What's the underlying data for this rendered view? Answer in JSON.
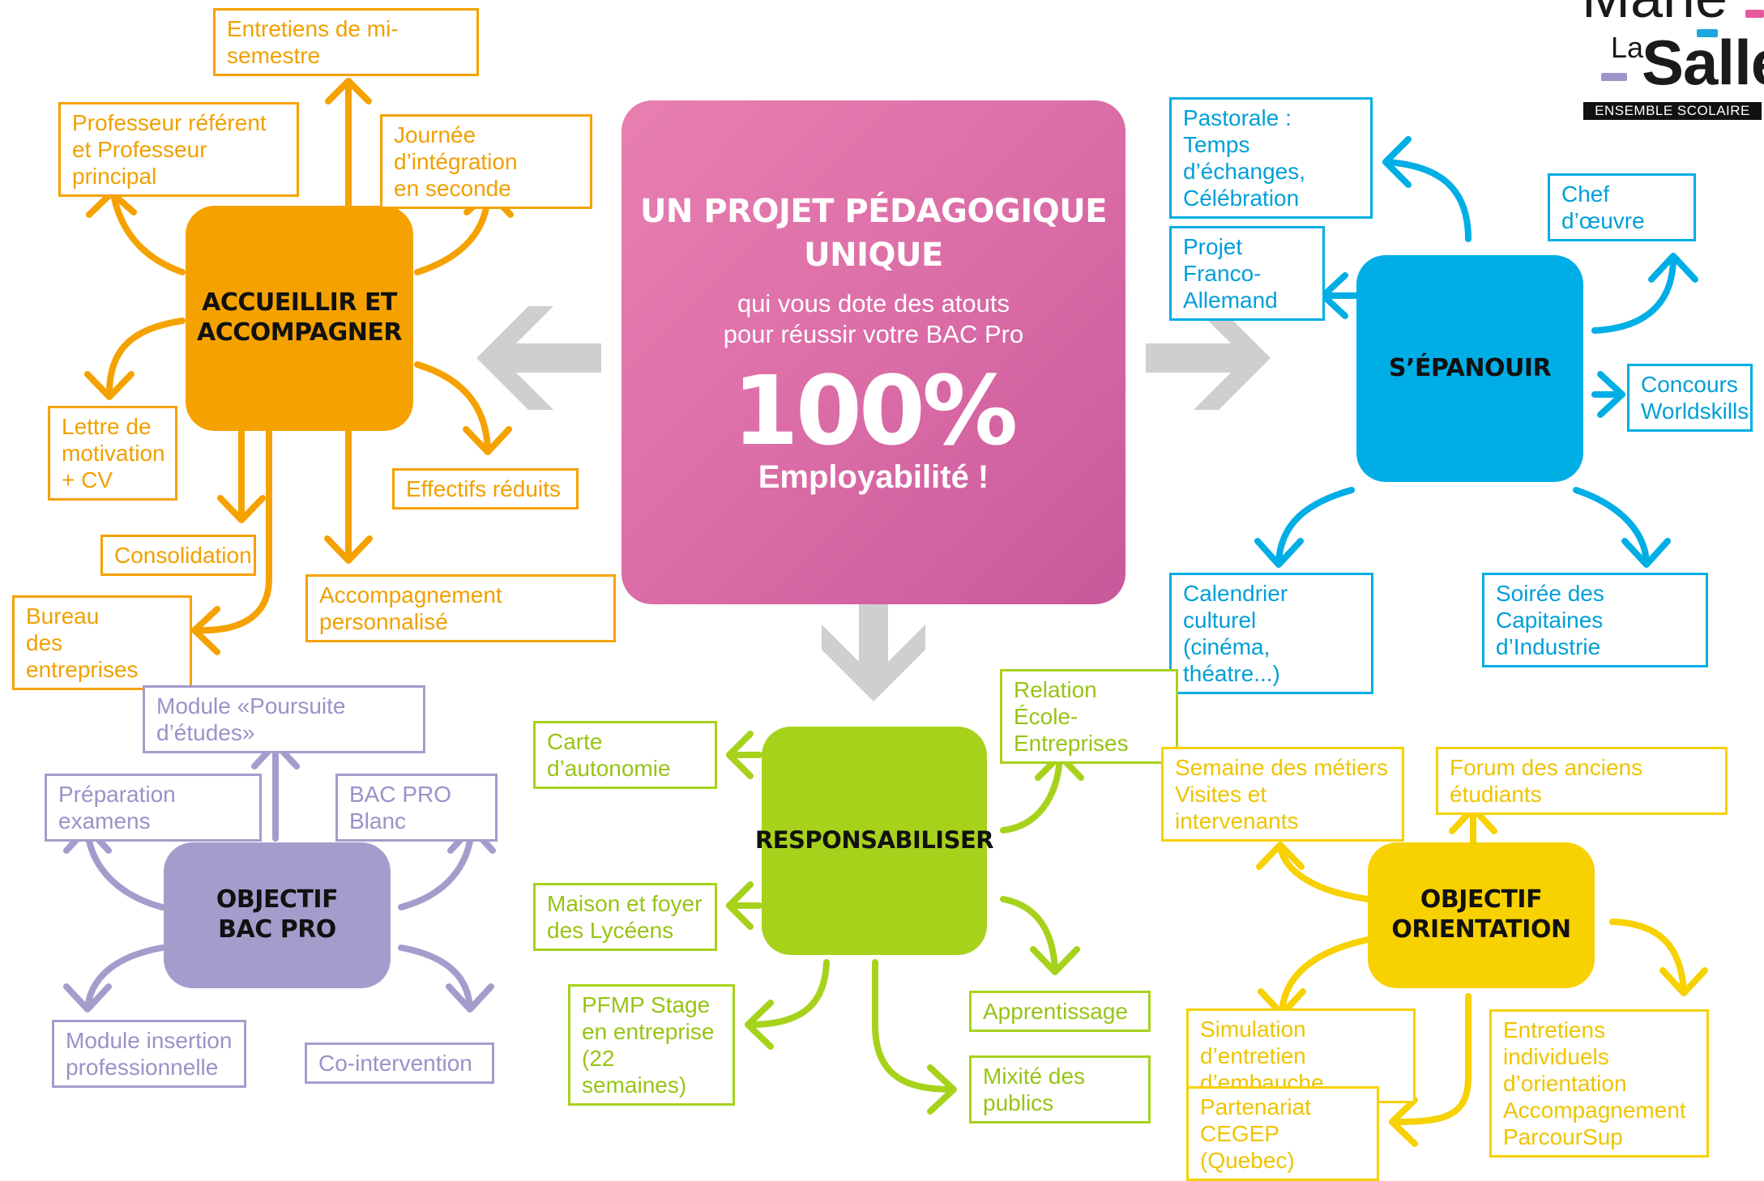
{
  "logo": {
    "brand_top": "Marie",
    "brand_la": "La",
    "brand_salle": "Salle",
    "tagline": "ENSEMBLE SCOLAIRE",
    "dash_colors": [
      "#e8599c",
      "#1aa6de",
      "#9b95c9"
    ]
  },
  "colors": {
    "orange": "#f5a200",
    "blue": "#00aee6",
    "lime": "#a7d21c",
    "purple": "#a49dcc",
    "yellow": "#f7d100",
    "pink": "#dd6fa8",
    "gray_arrow": "#cfcfcf"
  },
  "center": {
    "title": "UN PROJET PÉDAGOGIQUE\nUNIQUE",
    "subtitle": "qui vous dote des atouts\npour réussir votre BAC Pro",
    "big": "100%",
    "big_label": "Employabilité !"
  },
  "hubs": {
    "accueillir": "ACCUEILLIR ET\nACCOMPAGNER",
    "epanouir": "S’ÉPANOUIR",
    "responsabiliser": "RESPONSABILISER",
    "objectif_bac": "OBJECTIF\nBAC PRO",
    "objectif_orientation": "OBJECTIF\nORIENTATION"
  },
  "accueillir_items": {
    "mi_semestre": "Entretiens de mi-semestre",
    "referent": "Professeur référent\net Professeur principal",
    "integration": "Journée d’intégration\nen seconde",
    "lettre": "Lettre de\nmotivation\n+ CV",
    "effectifs": "Effectifs réduits",
    "consolidation": "Consolidation",
    "accompagnement": "Accompagnement personnalisé",
    "bureau": "Bureau\ndes entreprises"
  },
  "epanouir_items": {
    "pastorale": "Pastorale :\nTemps d’échanges,\nCélébration",
    "chef": "Chef d’œuvre",
    "franco": "Projet Franco-\nAllemand",
    "concours": "Concours\nWorldskills",
    "calendrier": "Calendrier culturel\n(cinéma, théatre...)",
    "soiree": "Soirée des\nCapitaines d’Industrie"
  },
  "responsabiliser_items": {
    "carte": "Carte\nd’autonomie",
    "relation": "Relation\nÉcole-Entreprises",
    "maison": "Maison et foyer\ndes Lycéens",
    "pfmp": "PFMP Stage\nen entreprise\n(22 semaines)",
    "apprentissage": "Apprentissage",
    "mixite": "Mixité des publics"
  },
  "bac_items": {
    "poursuite": "Module «Poursuite d’études»",
    "preparation": "Préparation examens",
    "blanc": "BAC PRO Blanc",
    "insertion": "Module insertion\nprofessionnelle",
    "cointervention": "Co-intervention"
  },
  "orientation_items": {
    "semaine": "Semaine des métiers\nVisites et intervenants",
    "forum": "Forum des anciens étudiants",
    "simulation": "Simulation d’entretien\nd’embauche",
    "cegep": "Partenariat CEGEP\n(Quebec)",
    "entretiens": "Entretiens individuels\nd’orientation\nAccompagnement\nParcourSup"
  }
}
